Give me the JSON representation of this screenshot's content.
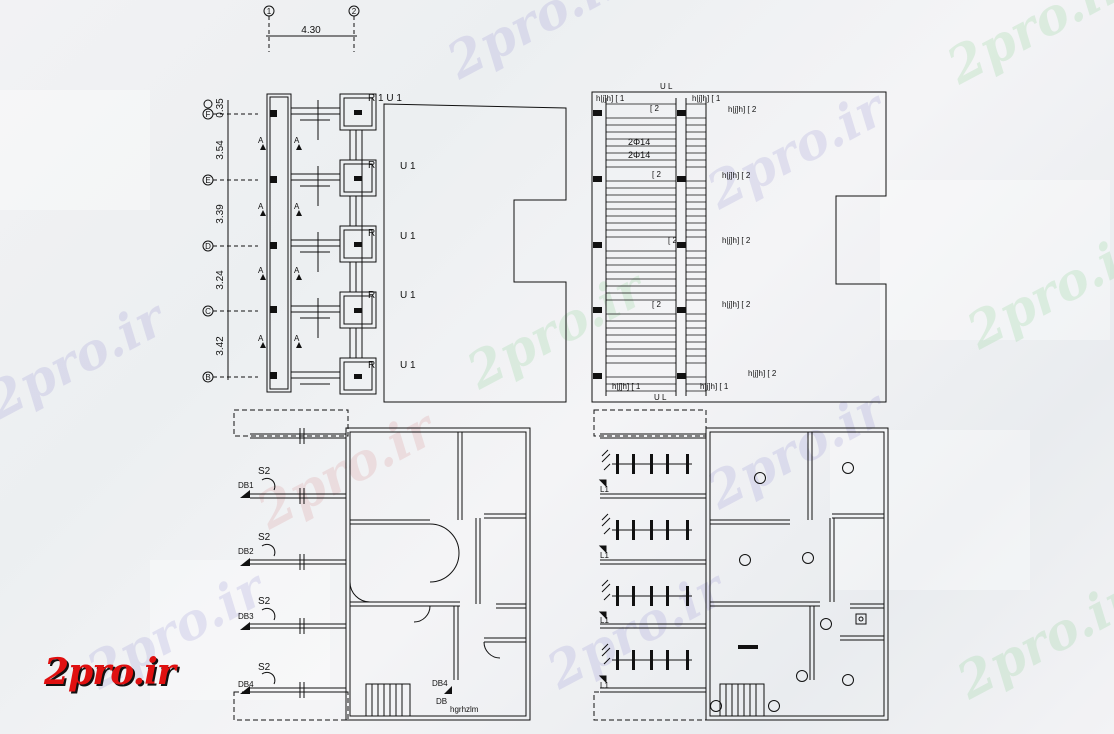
{
  "watermark": "2pro.ir",
  "brand_logo": "2pro.ir",
  "grid_top": {
    "left": "1",
    "right": "2",
    "span": "4.30"
  },
  "grid_side": {
    "bubbles": [
      "F",
      "E",
      "D",
      "C",
      "B"
    ],
    "dims": [
      "0.35",
      "3.54",
      "3.39",
      "3.24",
      "3.42"
    ]
  },
  "plan1": {
    "room_labels": [
      "R",
      "R",
      "R",
      "R",
      "R"
    ],
    "u_labels": [
      "U 1",
      "U 1",
      "U 1",
      "U 1",
      "U 1"
    ],
    "r1u1": "R 1  U 1",
    "section_mark": "A"
  },
  "plan2": {
    "top_label": "U  L",
    "bottom_label": "U  L",
    "tag_h1": "h|j]h] [ 1",
    "tag_h2": "h|j]h] [ 2",
    "tag_b2": "[ 2",
    "rebar1": "2Φ14",
    "rebar2": "2Φ14"
  },
  "plan3": {
    "db_labels": [
      "DB1",
      "DB2",
      "DB3",
      "DB4"
    ],
    "s_labels": [
      "S2",
      "S2",
      "S2",
      "S2"
    ],
    "db4_inner": "DB4",
    "db_inner": "DB",
    "note": "hgrhzlm"
  },
  "plan4": {
    "l_labels": [
      "L1",
      "L1",
      "L1",
      "L1"
    ]
  },
  "colors": {
    "line": "#111111",
    "brand": "#e01010"
  }
}
